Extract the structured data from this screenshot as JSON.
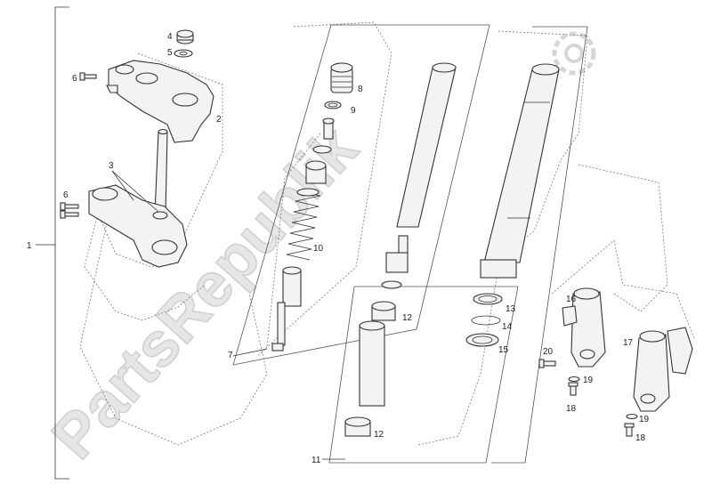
{
  "watermark": "PartsRepublik",
  "labels": {
    "l1": "1",
    "l2": "2",
    "l3": "3",
    "l4": "4",
    "l5": "5",
    "l6a": "6",
    "l6b": "6",
    "l7": "7",
    "l8": "8",
    "l9": "9",
    "l10": "10",
    "l11": "11",
    "l12a": "12",
    "l12b": "12",
    "l13": "13",
    "l14": "14",
    "l15": "15",
    "l16": "16",
    "l17": "17",
    "l18a": "18",
    "l18b": "18",
    "l19a": "19",
    "l19b": "19",
    "l20": "20"
  },
  "colors": {
    "line": "#333333",
    "watermark": "#e6e6e6"
  }
}
